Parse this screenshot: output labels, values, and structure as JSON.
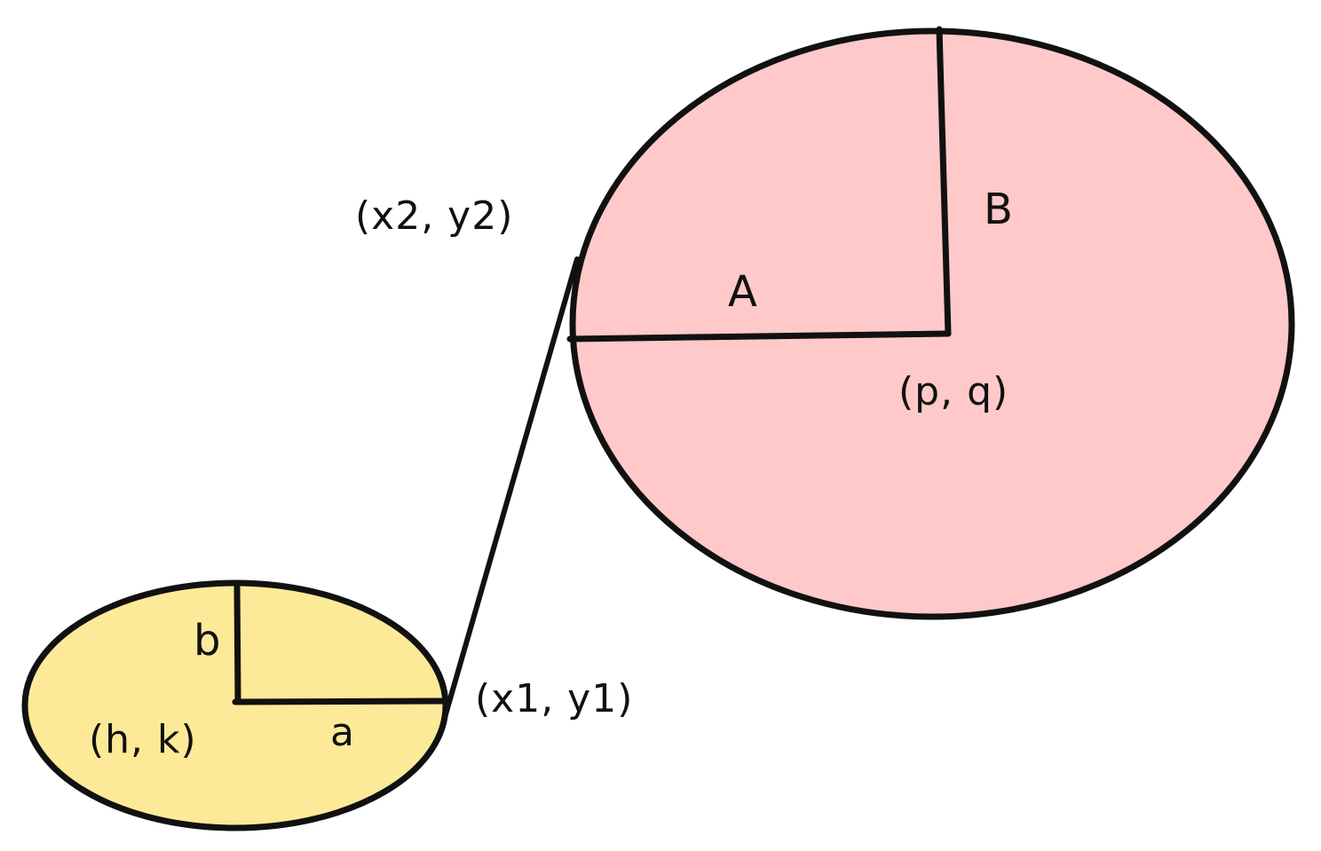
{
  "colors": {
    "small_ellipse_fill": "#fdea98",
    "large_ellipse_fill": "#ffc9c9",
    "stroke": "#111111",
    "background": "#ffffff"
  },
  "small_ellipse": {
    "center_label": "(h, k)",
    "semi_major_label": "a",
    "semi_minor_label": "b"
  },
  "large_ellipse": {
    "center_label": "(p, q)",
    "semi_major_label": "A",
    "semi_minor_label": "B"
  },
  "connector": {
    "start_label": "(x1, y1)",
    "end_label": "(x2, y2)"
  }
}
